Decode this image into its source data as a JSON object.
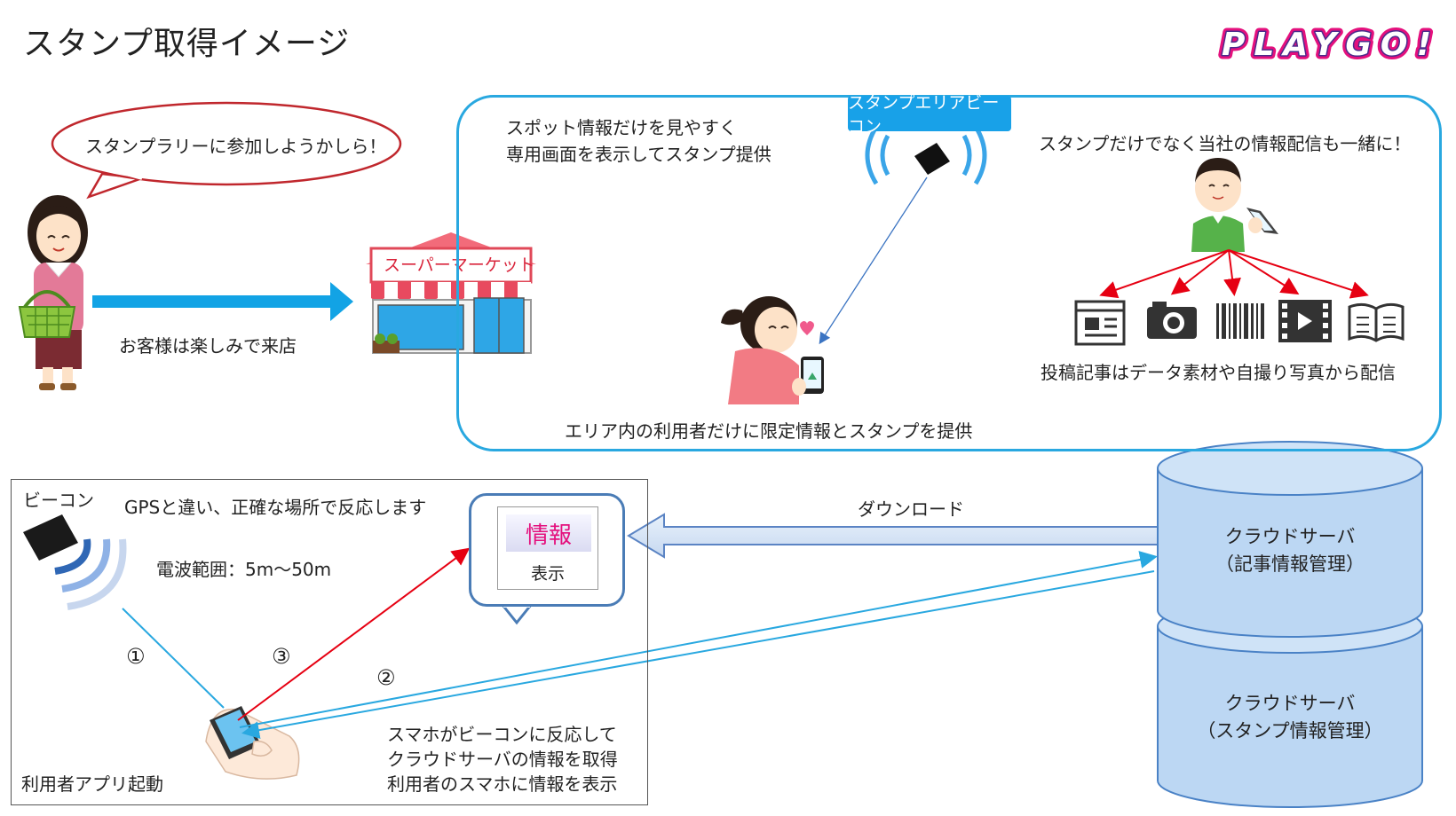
{
  "title": "スタンプ取得イメージ",
  "logo": "PLAYGO!",
  "speech_bubble": "スタンプラリーに参加しようかしら！",
  "customer_caption": "お客様は楽しみで来店",
  "store_sign": "スーパーマーケット",
  "beacon_area_label": "スタンプエリアビーコン",
  "spot_text": [
    "スポット情報だけを見やすく",
    "専用画面を表示してスタンプ提供"
  ],
  "company_text": "スタンプだけでなく当社の情報配信も一緒に！",
  "posting_text": "投稿記事はデータ素材や自撮り写真から配信",
  "area_text": "エリア内の利用者だけに限定情報とスタンプを提供",
  "download_label": "ダウンロード",
  "panel": {
    "beacon_label": "ビーコン",
    "gps_text": "GPSと違い、正確な場所で反応します",
    "range_text": "電波範囲：5m～50m",
    "step1": "①",
    "step2": "②",
    "step3": "③",
    "app_label": "利用者アプリ起動",
    "desc": [
      "スマホがビーコンに反応して",
      "クラウドサーバの情報を取得",
      "利用者のスマホに情報を表示"
    ]
  },
  "info_card": {
    "head": "情報",
    "body": "表示"
  },
  "db_top": [
    "クラウドサーバ",
    "（記事情報管理）"
  ],
  "db_bottom": [
    "クラウドサーバ",
    "（スタンプ情報管理）"
  ],
  "media_icons": [
    "news-icon",
    "camera-icon",
    "barcode-icon",
    "video-icon",
    "book-icon"
  ],
  "colors": {
    "accent_blue": "#29a8e0",
    "label_blue": "#18a1e8",
    "red_arrow": "#e60012",
    "db_fill": "#bcd7f3",
    "logo_pink": "#e4107d"
  }
}
